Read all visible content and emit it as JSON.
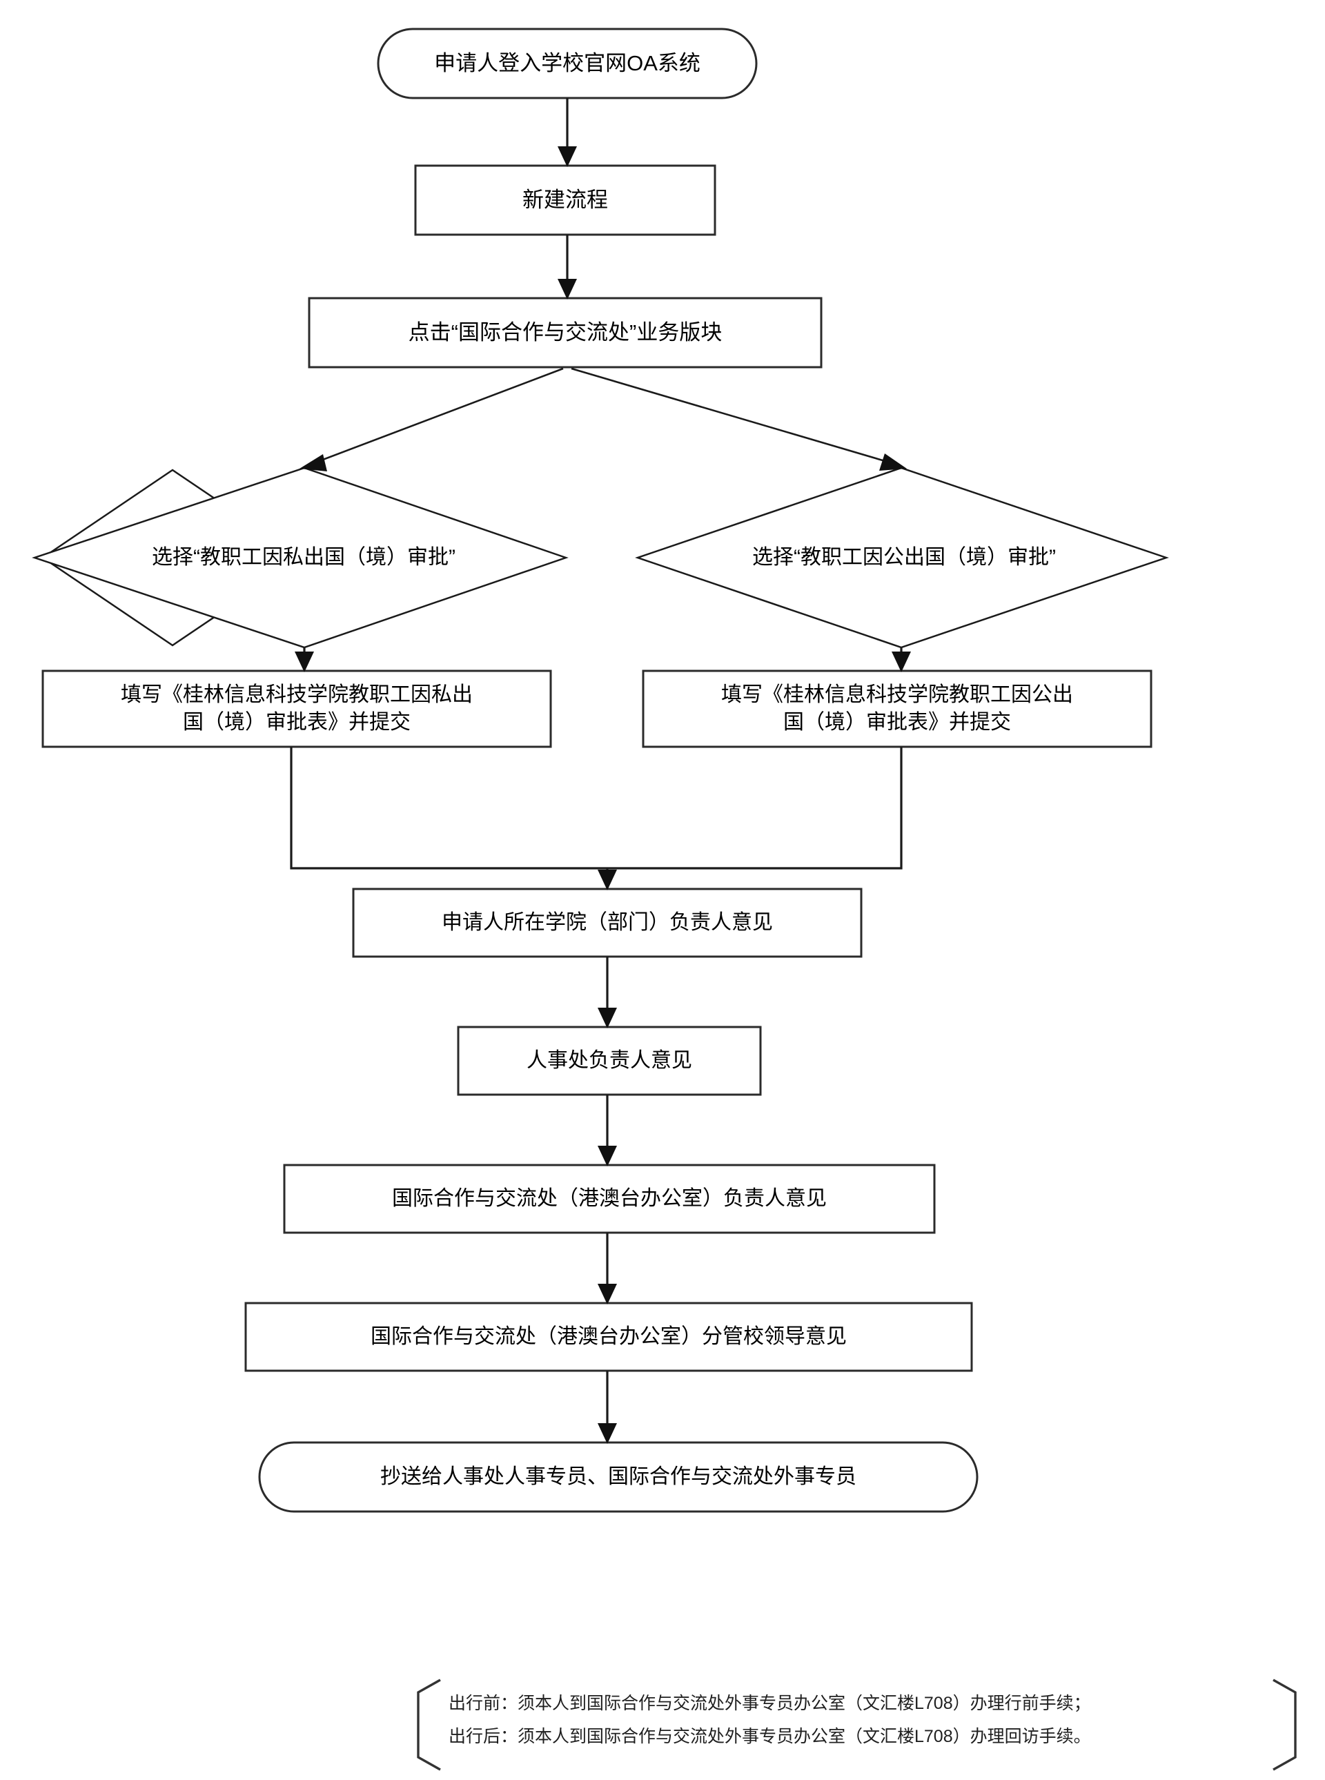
{
  "diagram": {
    "type": "flowchart",
    "title_present": false,
    "orientation": "top-to-bottom",
    "language": "zh-CN",
    "colors": {
      "background": "#ffffff",
      "stroke": "#1a1a1a",
      "text": "#000000",
      "shape_fill": "#ffffff"
    },
    "nodes": [
      {
        "id": "start",
        "shape": "rounded-rectangle",
        "label": "申请人登入学校官网OA系统"
      },
      {
        "id": "new-process",
        "shape": "rectangle",
        "label": "新建流程"
      },
      {
        "id": "click-module",
        "shape": "rectangle",
        "label": "点击“国际合作与交流处”业务版块"
      },
      {
        "id": "choice-private",
        "shape": "diamond",
        "label": "选择“教职工因私出国（境）审批”"
      },
      {
        "id": "choice-official",
        "shape": "diamond",
        "label": "选择“教职工因公出国（境）审批”"
      },
      {
        "id": "form-private",
        "shape": "rectangle",
        "label": "填写《桂林信息科技学院教职工因私出\n国（境）审批表》并提交"
      },
      {
        "id": "form-official",
        "shape": "rectangle",
        "label": "填写《桂林信息科技学院教职工因公出\n国（境）审批表》并提交"
      },
      {
        "id": "college-opinion",
        "shape": "rectangle",
        "label": "申请人所在学院（部门）负责人意见"
      },
      {
        "id": "hr-opinion",
        "shape": "rectangle",
        "label": "人事处负责人意见"
      },
      {
        "id": "intl-office-opinion",
        "shape": "rectangle",
        "label": "国际合作与交流处（港澳台办公室）负责人意见"
      },
      {
        "id": "leader-opinion",
        "shape": "rectangle",
        "label": "国际合作与交流处（港澳台办公室）分管校领导意见"
      },
      {
        "id": "cc-end",
        "shape": "rounded-rectangle",
        "label": "抄送给人事处人事专员、国际合作与交流处外事专员"
      }
    ],
    "edges": [
      {
        "from": "start",
        "to": "new-process",
        "style": "arrow-down"
      },
      {
        "from": "new-process",
        "to": "click-module",
        "style": "arrow-down"
      },
      {
        "from": "click-module",
        "to": "choice-private",
        "style": "arrow-diagonal-left"
      },
      {
        "from": "click-module",
        "to": "choice-official",
        "style": "arrow-diagonal-right"
      },
      {
        "from": "choice-private",
        "to": "form-private",
        "style": "arrow-down"
      },
      {
        "from": "choice-official",
        "to": "form-official",
        "style": "arrow-down"
      },
      {
        "from": "form-private",
        "to": "college-opinion",
        "style": "merge-arrow-down"
      },
      {
        "from": "form-official",
        "to": "college-opinion",
        "style": "merge-arrow-down"
      },
      {
        "from": "college-opinion",
        "to": "hr-opinion",
        "style": "arrow-down"
      },
      {
        "from": "hr-opinion",
        "to": "intl-office-opinion",
        "style": "arrow-down"
      },
      {
        "from": "intl-office-opinion",
        "to": "leader-opinion",
        "style": "arrow-down"
      },
      {
        "from": "leader-opinion",
        "to": "cc-end",
        "style": "arrow-down"
      }
    ]
  },
  "note": {
    "bracket_style": "angled-square-brackets",
    "line_1": "出行前：须本人到国际合作与交流处外事专员办公室（文汇楼L708）办理行前手续；",
    "line_2": "出行后：须本人到国际合作与交流处外事专员办公室（文汇楼L708）办理回访手续。"
  }
}
